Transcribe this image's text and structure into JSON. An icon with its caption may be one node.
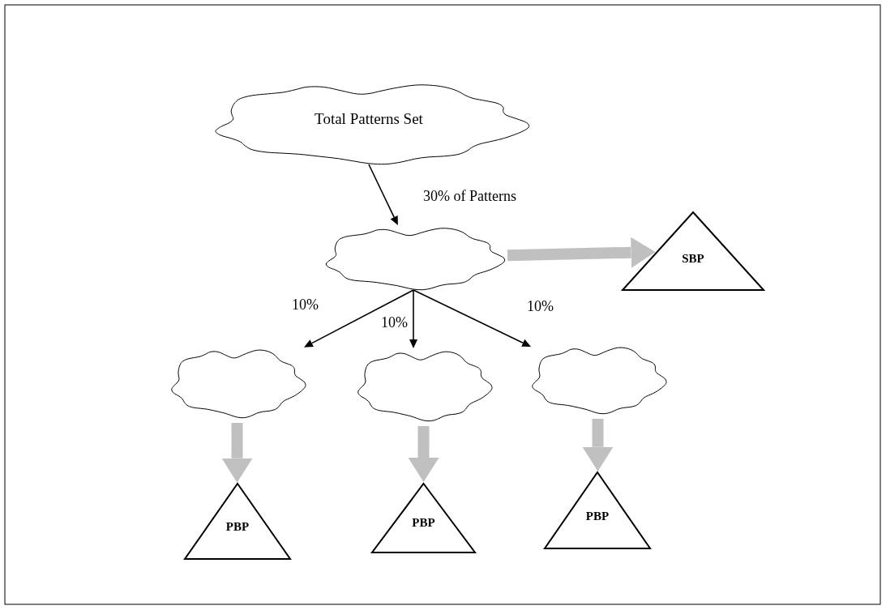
{
  "diagram": {
    "nodes": [
      {
        "text": [
          "Total Patterns Set"
        ]
      },
      {
        "text": [],
        "shape": "cloud"
      },
      {
        "text": [
          "SBP"
        ]
      },
      {
        "text": [],
        "shape": "cloud"
      },
      {
        "text": [],
        "shape": "cloud"
      },
      {
        "text": [],
        "shape": "cloud"
      },
      {
        "text": [
          "PBP"
        ]
      },
      {
        "text": [
          "PBP"
        ]
      },
      {
        "text": [
          "PBP"
        ]
      }
    ],
    "edges": [
      {
        "from": 0,
        "to": 1,
        "arrow": "to",
        "label": "30% of Patterns"
      },
      {
        "from": 1,
        "to": 2,
        "arrow": "to",
        "style": "thick",
        "color": "#c0c0c0"
      },
      {
        "from": 1,
        "to": 3,
        "arrow": "to",
        "label": "10%"
      },
      {
        "from": 1,
        "to": 4,
        "arrow": "to",
        "label": "10%"
      },
      {
        "from": 1,
        "to": 5,
        "arrow": "to",
        "label": "10%"
      },
      {
        "from": 3,
        "to": 6,
        "arrow": "to",
        "style": "thick",
        "color": "#c0c0c0"
      },
      {
        "from": 4,
        "to": 7,
        "arrow": "to",
        "style": "thick",
        "color": "#c0c0c0"
      },
      {
        "from": 5,
        "to": 8,
        "arrow": "to",
        "style": "thick",
        "color": "#c0c0c0"
      }
    ]
  }
}
